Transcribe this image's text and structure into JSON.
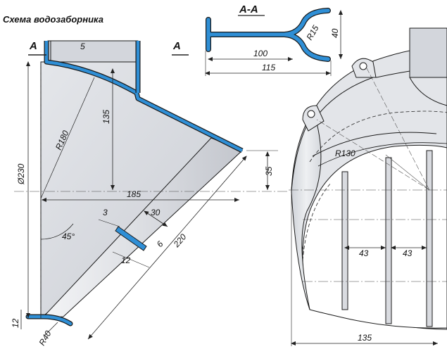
{
  "title": "Схема водозаборника",
  "section_label": "А-А",
  "cut_marks": [
    "А",
    "А"
  ],
  "colors": {
    "body_fill": "#d9dbe0",
    "body_shade": "#c4c7ce",
    "outline": "#1a1a1a",
    "metal_blue": "#2f8fd6",
    "dim_line": "#222222"
  },
  "dimensions": {
    "dia_230": "Ø230",
    "r180": "R180",
    "h135": "135",
    "w185": "185",
    "h35": "35",
    "s30": "30",
    "len220": "220",
    "s3": "3",
    "s6": "6",
    "s12_slot": "12",
    "s12_bottom": "12",
    "r40": "R40",
    "angle45": "45°",
    "top5": "5",
    "sec_w100": "100",
    "sec_w115": "115",
    "sec_r15": "R15",
    "sec_h40": "40",
    "r130": "R130",
    "rib43a": "43",
    "rib43b": "43",
    "w135": "135"
  }
}
